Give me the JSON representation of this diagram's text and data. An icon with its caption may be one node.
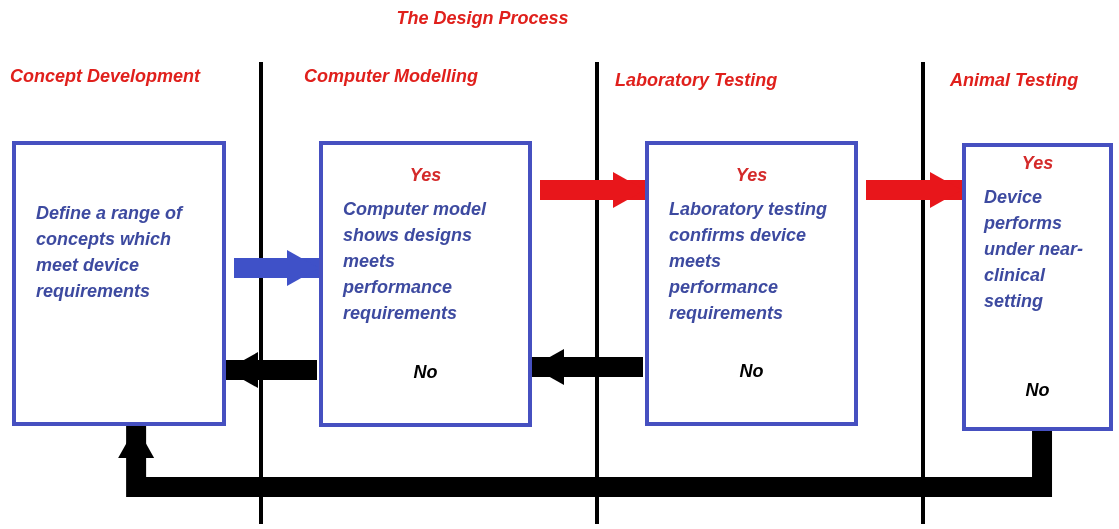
{
  "diagram": {
    "title": "The Design Process",
    "nodes": [
      {
        "text": [
          "Define a range of concepts which meet device requirements"
        ]
      },
      {
        "text": [
          "Yes",
          "Computer model shows designs meets performance requirements",
          "No"
        ]
      },
      {
        "text": [
          "Yes",
          "Laboratory testing confirms device meets performance requirements",
          "No"
        ]
      },
      {
        "text": [
          "Yes",
          "Device performs under near-clinical setting",
          "No"
        ]
      }
    ],
    "edges": [
      {
        "from": 0,
        "to": 1,
        "arrow": "to",
        "color": "#3f51c8"
      },
      {
        "from": 1,
        "to": 2,
        "arrow": "to",
        "color": "#e8161b"
      },
      {
        "from": 2,
        "to": 3,
        "arrow": "to",
        "color": "#e8161b"
      },
      {
        "from": 1,
        "to": 0,
        "arrow": "to"
      },
      {
        "from": 2,
        "to": 1,
        "arrow": "to"
      },
      {
        "from": 3,
        "to": 0,
        "arrow": "to"
      }
    ],
    "labels": [
      "Concept Development",
      "Computer Modelling",
      "Laboratory Testing",
      "Animal Testing"
    ]
  }
}
